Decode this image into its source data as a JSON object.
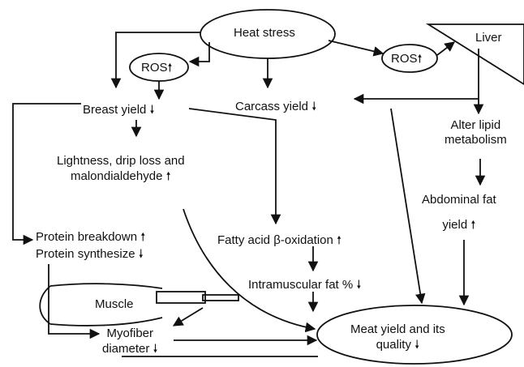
{
  "diagram": {
    "nodes": {
      "heat_stress": "Heat stress",
      "ros_left": "ROS",
      "ros_right": "ROS",
      "liver": "Liver",
      "breast_yield": "Breast yield",
      "carcass_yield": "Carcass yield",
      "alter_lipid_line1": "Alter lipid",
      "alter_lipid_line2": "metabolism",
      "lightness_line1": "Lightness, drip loss and",
      "lightness_line2": "malondialdehyde",
      "abdominal_line1": "Abdominal fat",
      "abdominal_line2": "yield",
      "protein_breakdown": "Protein breakdown",
      "protein_synthesize": "Protein synthesize",
      "fatty_acid": "Fatty acid β-oxidation",
      "intramuscular": "Intramuscular fat %",
      "muscle": "Muscle",
      "myofiber_line1": "Myofiber",
      "myofiber_line2": "diameter",
      "meat_line1": "Meat yield and its",
      "meat_line2": "quality"
    },
    "arrows": {
      "up": "🠕",
      "down": "🠗"
    }
  }
}
